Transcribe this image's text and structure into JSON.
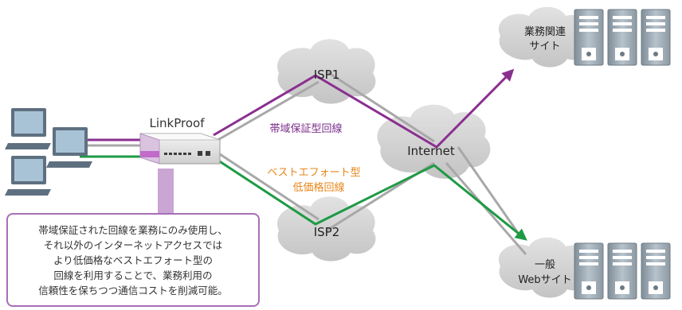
{
  "labels": {
    "linkproof": "LinkProof",
    "isp1": "ISP1",
    "isp2": "ISP2",
    "internet": "Internet",
    "guaranteed_line": "帯域保証型回線",
    "best_effort_line1": "ベストエフォート型",
    "best_effort_line2": "低価格回線",
    "business_site_line1": "業務関連",
    "business_site_line2": "サイト",
    "general_site_line1": "一般",
    "general_site_line2": "Webサイト"
  },
  "callout": {
    "lines": [
      "帯域保証された回線を業務にのみ使用し、",
      "それ以外のインターネットアクセスでは",
      "より低価格なベストエフォート型の",
      "回線を利用することで、業務利用の",
      "信頼性を保ちつつ通信コストを削減可能。"
    ]
  },
  "colors": {
    "purple_path": "#8a2f8f",
    "green_path": "#1e9a45",
    "gray_path": "#a8a8a8",
    "orange_text": "#e8861a",
    "purple_text": "#7b2d8a"
  }
}
